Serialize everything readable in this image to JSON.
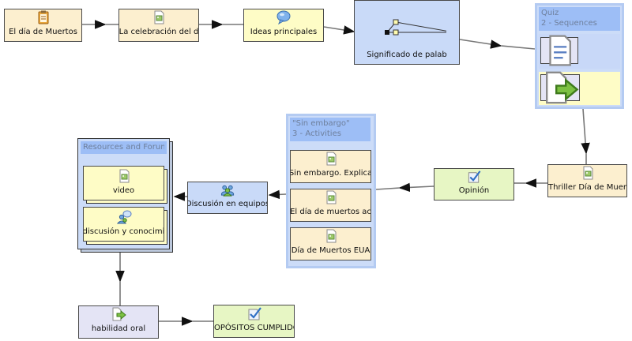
{
  "nodes": {
    "dia_muertos": {
      "label": "El día de Muertos",
      "icon": "clipboard-icon"
    },
    "celebracion": {
      "label": "La celebración del d",
      "icon": "document-image-icon"
    },
    "ideas": {
      "label": "Ideas principales",
      "icon": "speech-bubble-icon"
    },
    "significado": {
      "label": "Significado de palab",
      "icon": "diagram-icon"
    },
    "thriller": {
      "label": "Thriller Día de Muer",
      "icon": "document-image-icon"
    },
    "opinion": {
      "label": "Opinión",
      "icon": "checkmark-icon"
    },
    "discusion": {
      "label": "Discusión en equipos",
      "icon": "group-icon"
    },
    "habilidad": {
      "label": "habilidad oral",
      "icon": "document-arrow-icon"
    },
    "propositos": {
      "label": "PROPÓSITOS CUMPLIDOS",
      "icon": "checkmark-icon"
    }
  },
  "groups": {
    "quiz": {
      "title": "Quiz",
      "subtitle": "2 - Sequences",
      "icons": [
        "list-document-icon",
        "document-arrow-icon"
      ]
    },
    "sin_embargo": {
      "title": "\"Sin embargo\"",
      "subtitle": "3 - Activities",
      "items": [
        {
          "label": "Sin embargo. Explica",
          "icon": "document-image-icon"
        },
        {
          "label": "El día de muertos ac",
          "icon": "document-image-icon"
        },
        {
          "label": "Día de Muertos EUA",
          "icon": "document-image-icon"
        }
      ]
    },
    "resources": {
      "title": "Resources and Forum",
      "items": [
        {
          "label": "video",
          "icon": "document-image-icon"
        },
        {
          "label": "discusión y conocimi",
          "icon": "forum-icon"
        }
      ]
    }
  },
  "colors": {
    "cream": "#fcefcf",
    "yellow": "#fefcc6",
    "green": "#e7f6c4",
    "lavender": "#e4e4f5",
    "blue": "#c9daf8",
    "edge": "#6b6b6b"
  }
}
